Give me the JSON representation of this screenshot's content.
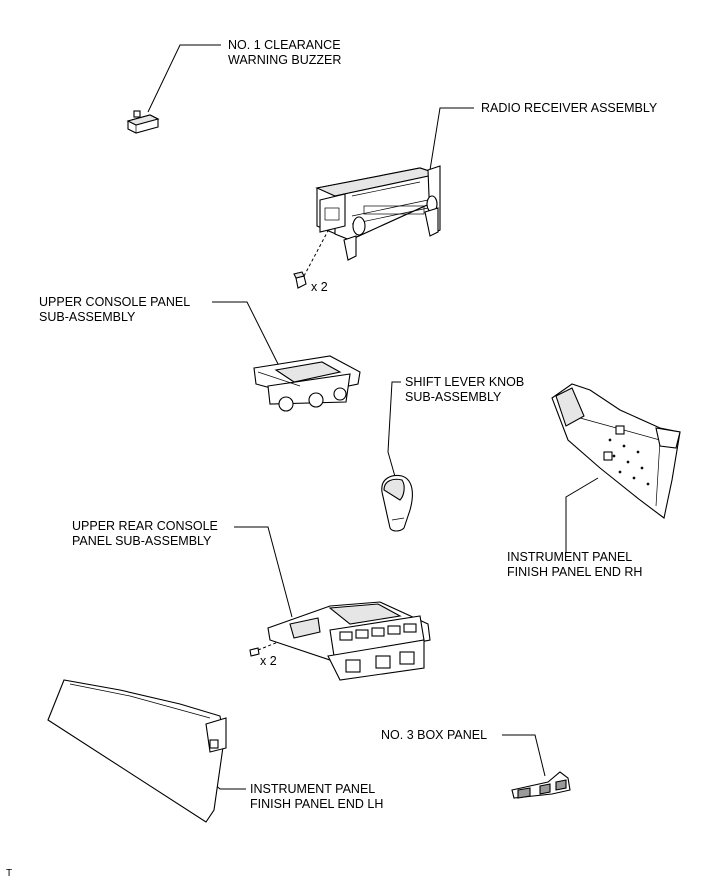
{
  "labels": {
    "buzzer": {
      "line1": "NO. 1 CLEARANCE",
      "line2": "WARNING BUZZER"
    },
    "radio": {
      "line1": "RADIO RECEIVER ASSEMBLY"
    },
    "radio_qty": "x 2",
    "upper_console": {
      "line1": "UPPER CONSOLE PANEL",
      "line2": "SUB-ASSEMBLY"
    },
    "shift_knob": {
      "line1": "SHIFT LEVER KNOB",
      "line2": "SUB-ASSEMBLY"
    },
    "end_rh": {
      "line1": "INSTRUMENT PANEL",
      "line2": "FINISH PANEL END RH"
    },
    "upper_rear_console": {
      "line1": "UPPER REAR CONSOLE",
      "line2": "PANEL SUB-ASSEMBLY"
    },
    "rear_console_qty": "x 2",
    "box_panel": {
      "line1": "NO. 3 BOX PANEL"
    },
    "end_lh": {
      "line1": "INSTRUMENT PANEL",
      "line2": "FINISH PANEL END LH"
    },
    "corner_mark": "T"
  }
}
